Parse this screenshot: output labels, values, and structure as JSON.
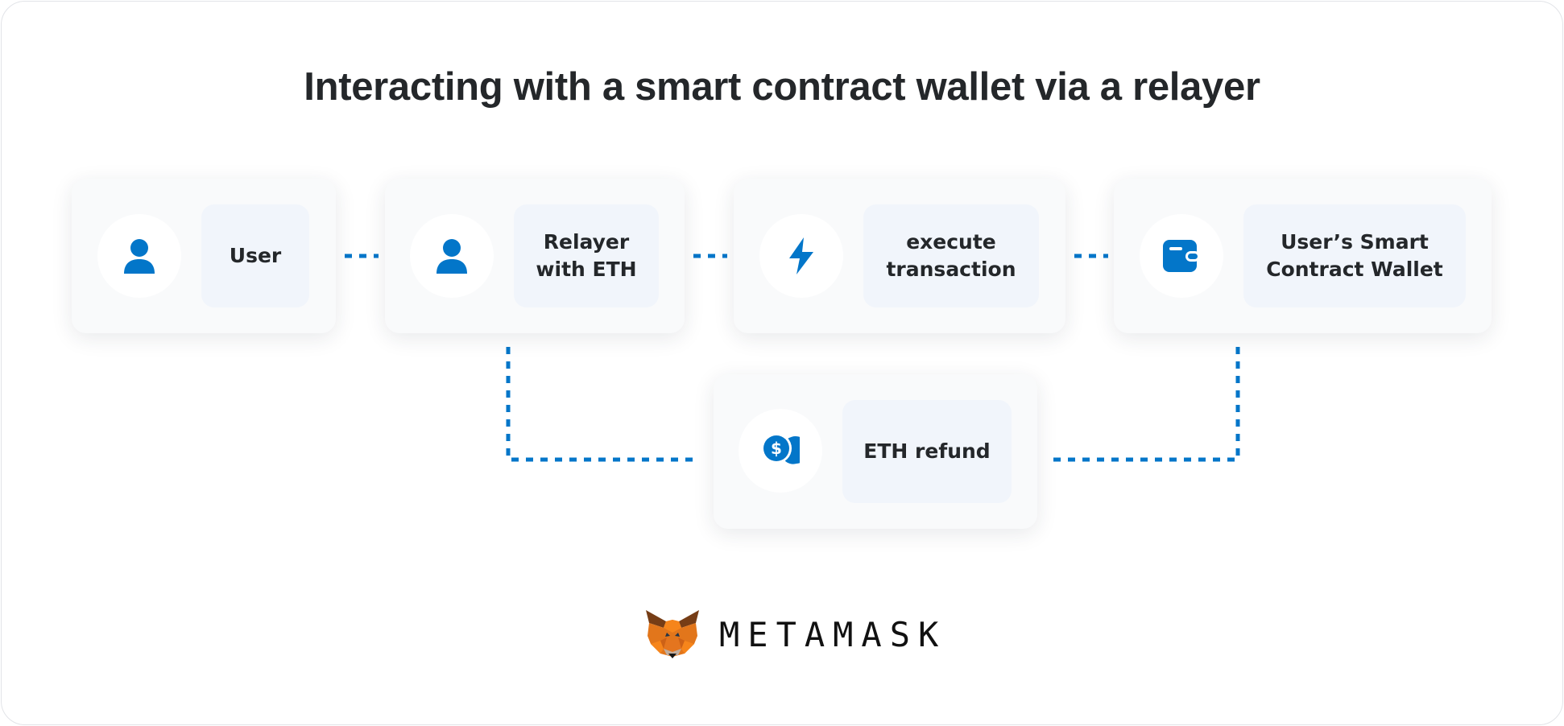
{
  "title": "Interacting with a smart contract wallet via a relayer",
  "colors": {
    "accent": "#0376c9",
    "card_bg": "#f9fafb",
    "label_bg": "#f1f5fb",
    "text": "#24272a"
  },
  "nodes": {
    "user": {
      "label": "User",
      "icon": "user-icon"
    },
    "relayer": {
      "line1": "Relayer",
      "line2": "with ETH",
      "icon": "user-icon"
    },
    "execute": {
      "line1": "execute",
      "line2": "transaction",
      "icon": "lightning-bolt-icon"
    },
    "wallet": {
      "line1": "User’s Smart",
      "line2": "Contract Wallet",
      "icon": "wallet-icon"
    },
    "refund": {
      "label": "ETH refund",
      "icon": "coins-icon"
    }
  },
  "brand": {
    "name": "METAMASK",
    "icon": "metamask-fox-logo"
  }
}
